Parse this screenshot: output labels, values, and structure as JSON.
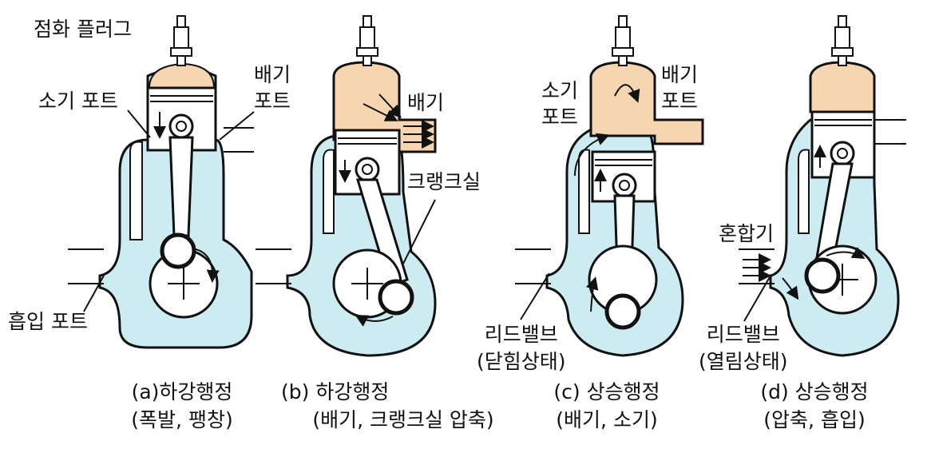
{
  "labels": {
    "spark_plug": "점화 플러그",
    "transfer_port": "소기 포트",
    "exhaust_port_a": "배기\n포트",
    "intake_port": "흡입 포트",
    "exhaust_b": "배기",
    "crankcase_seal": "크랭크실",
    "transfer_port_c": "소기\n포트",
    "exhaust_port_c": "배기\n포트",
    "reed_valve_closed": "리드밸브\n(닫힘상태)",
    "mixture": "혼합기",
    "reed_valve_open": "리드밸브\n(열림상태)"
  },
  "captions": [
    {
      "title": "(a)하강행정",
      "sub": "(폭발, 팽창)"
    },
    {
      "title": "(b) 하강행정",
      "sub": "(배기, 크랭크실 압축)"
    },
    {
      "title": "(c) 상승행정",
      "sub": "(배기, 소기)"
    },
    {
      "title": "(d) 상승행정",
      "sub": "(압축, 흡입)"
    }
  ],
  "colors": {
    "coolant": "#ccecf2",
    "gas": "#f7d5b1",
    "ink": "#111111",
    "white": "#ffffff"
  }
}
